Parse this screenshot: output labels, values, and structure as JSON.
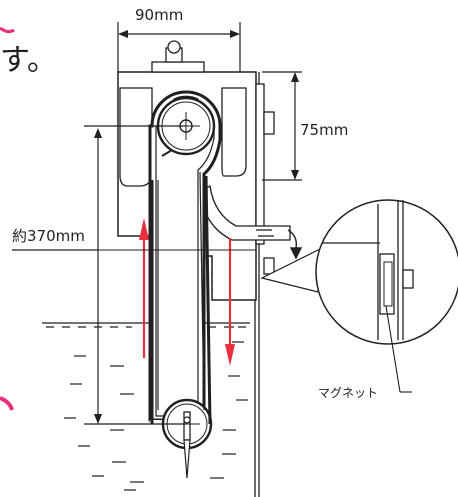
{
  "dimensions": {
    "width": "90mm",
    "height": "75mm",
    "length": "約370mm"
  },
  "callout": {
    "label": "マグネット"
  },
  "cropped_text": "す。",
  "colors": {
    "line": "#231f20",
    "arrow": "#e8303a"
  }
}
